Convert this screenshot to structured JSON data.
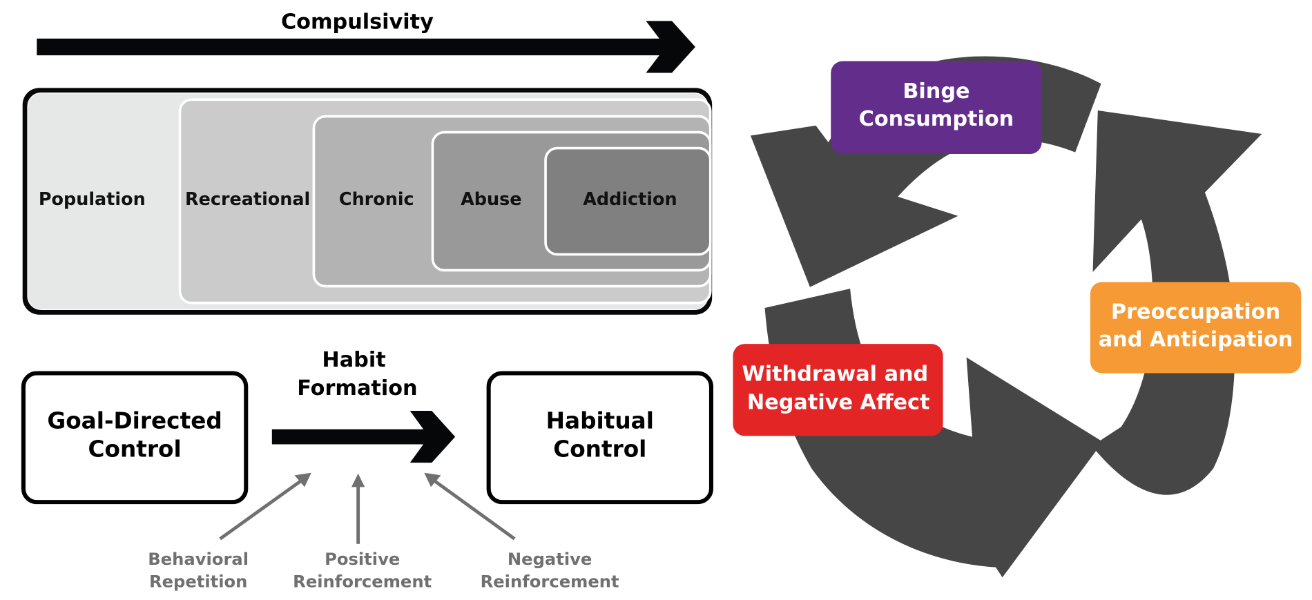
{
  "compulsivity": {
    "title": "Compulsivity"
  },
  "stages": [
    {
      "label": "Population",
      "fill": "#e6e7e7"
    },
    {
      "label": "Recreational",
      "fill": "#cbcbcb"
    },
    {
      "label": "Chronic",
      "fill": "#b3b3b3"
    },
    {
      "label": "Abuse",
      "fill": "#999999"
    },
    {
      "label": "Addiction",
      "fill": "#7f807f"
    }
  ],
  "habit": {
    "left_box": [
      "Goal-Directed",
      "Control"
    ],
    "right_box": [
      "Habitual",
      "Control"
    ],
    "arrow_label": [
      "Habit",
      "Formation"
    ],
    "factors": [
      {
        "lines": [
          "Behavioral",
          "Repetition"
        ]
      },
      {
        "lines": [
          "Positive",
          "Reinforcement"
        ]
      },
      {
        "lines": [
          "Negative",
          "Reinforcement"
        ]
      }
    ]
  },
  "cycle": {
    "arrow_color": "#464646",
    "stages": [
      {
        "lines": [
          "Binge",
          "Consumption"
        ],
        "color": "#632d8c"
      },
      {
        "lines": [
          "Preoccupation",
          "and Anticipation"
        ],
        "color": "#f59a34"
      },
      {
        "lines": [
          "Withdrawal and",
          "Negative Affect"
        ],
        "color": "#e32526"
      }
    ]
  }
}
